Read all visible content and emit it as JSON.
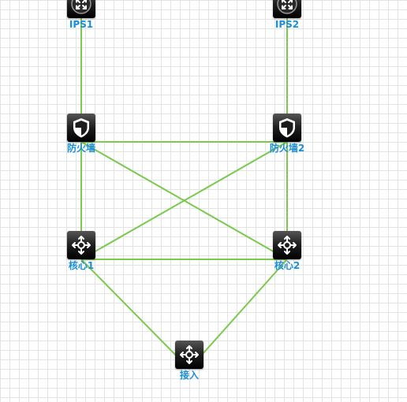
{
  "diagram": {
    "link_color": "#7bc94f",
    "label_color": "#1a8fd6",
    "nodes": [
      {
        "id": "ips1",
        "label": "IPS1",
        "type": "ips",
        "icon": "ips-router-icon"
      },
      {
        "id": "ips2",
        "label": "IPS2",
        "type": "ips",
        "icon": "ips-router-icon"
      },
      {
        "id": "fw1",
        "label": "防火墙",
        "type": "firewall",
        "icon": "firewall-shield-icon"
      },
      {
        "id": "fw2",
        "label": "防火墙2",
        "type": "firewall",
        "icon": "firewall-shield-icon"
      },
      {
        "id": "core1",
        "label": "核心1",
        "type": "switch",
        "icon": "core-switch-icon"
      },
      {
        "id": "core2",
        "label": "核心2",
        "type": "switch",
        "icon": "core-switch-icon"
      },
      {
        "id": "access",
        "label": "接入",
        "type": "switch",
        "icon": "access-switch-icon"
      }
    ],
    "links": [
      [
        "ips1",
        "fw1"
      ],
      [
        "ips2",
        "fw2"
      ],
      [
        "fw1",
        "fw2"
      ],
      [
        "fw1",
        "core1"
      ],
      [
        "fw1",
        "core2"
      ],
      [
        "fw2",
        "core1"
      ],
      [
        "fw2",
        "core2"
      ],
      [
        "core1",
        "core2"
      ],
      [
        "core1",
        "access"
      ],
      [
        "core2",
        "access"
      ]
    ]
  }
}
